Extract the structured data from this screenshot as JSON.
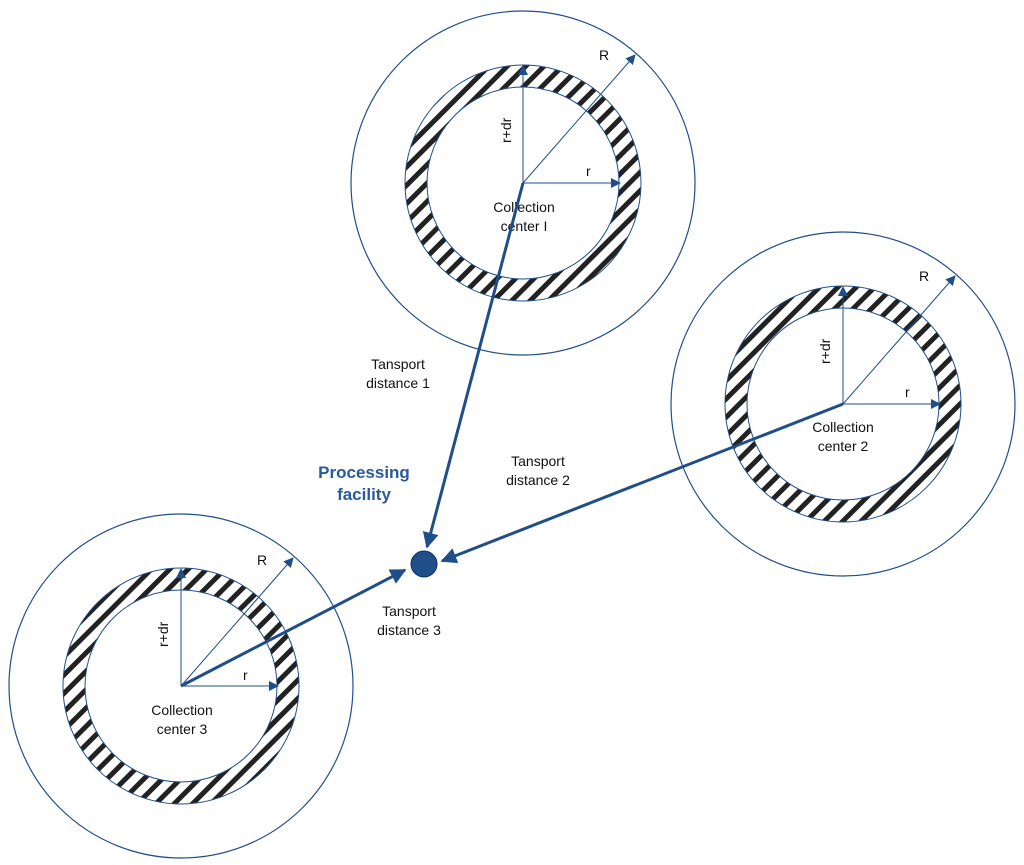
{
  "colors": {
    "line": "#1f4e89",
    "facility_fill": "#1f4e89",
    "hatch": "#222222",
    "text": "#111111",
    "title": "#2a5a9a"
  },
  "processing_facility": {
    "title_line1": "Processing",
    "title_line2": "facility"
  },
  "centers": [
    {
      "name_line1": "Collection",
      "name_line2": "center I",
      "label_R": "R",
      "label_r": "r",
      "label_rdr": "r+dr",
      "transport_line1": "Tansport",
      "transport_line2": "distance 1"
    },
    {
      "name_line1": "Collection",
      "name_line2": "center 2",
      "label_R": "R",
      "label_r": "r",
      "label_rdr": "r+dr",
      "transport_line1": "Tansport",
      "transport_line2": "distance 2"
    },
    {
      "name_line1": "Collection",
      "name_line2": "center 3",
      "label_R": "R",
      "label_r": "r",
      "label_rdr": "r+dr",
      "transport_line1": "Tansport",
      "transport_line2": "distance 3"
    }
  ]
}
